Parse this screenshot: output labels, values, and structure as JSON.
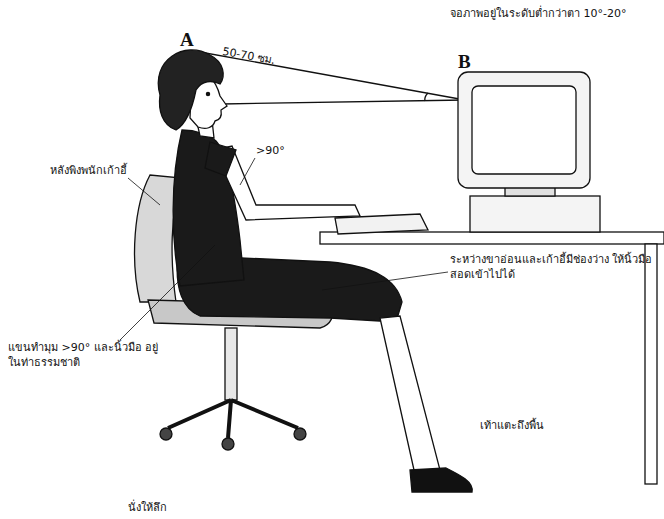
{
  "diagram": {
    "labels": [
      "จอภาพอยู่ในระดับต่ำกว่าตา 10°-20°",
      "A",
      "50-70 ซม.",
      "B",
      "หลังพิงพนักเก้าอี้",
      ">90°",
      "ระหว่างขาอ่อนและเก้าอี้มีช่องว่าง ให้นิ้วมือสอดเข้าไปได้",
      "แขนทำมุม >90° และนิ้วมือ อยู่ในท่าธรรมชาติ",
      "เท้าแตะถึงพื้น",
      "นั่งให้ลึก"
    ]
  }
}
